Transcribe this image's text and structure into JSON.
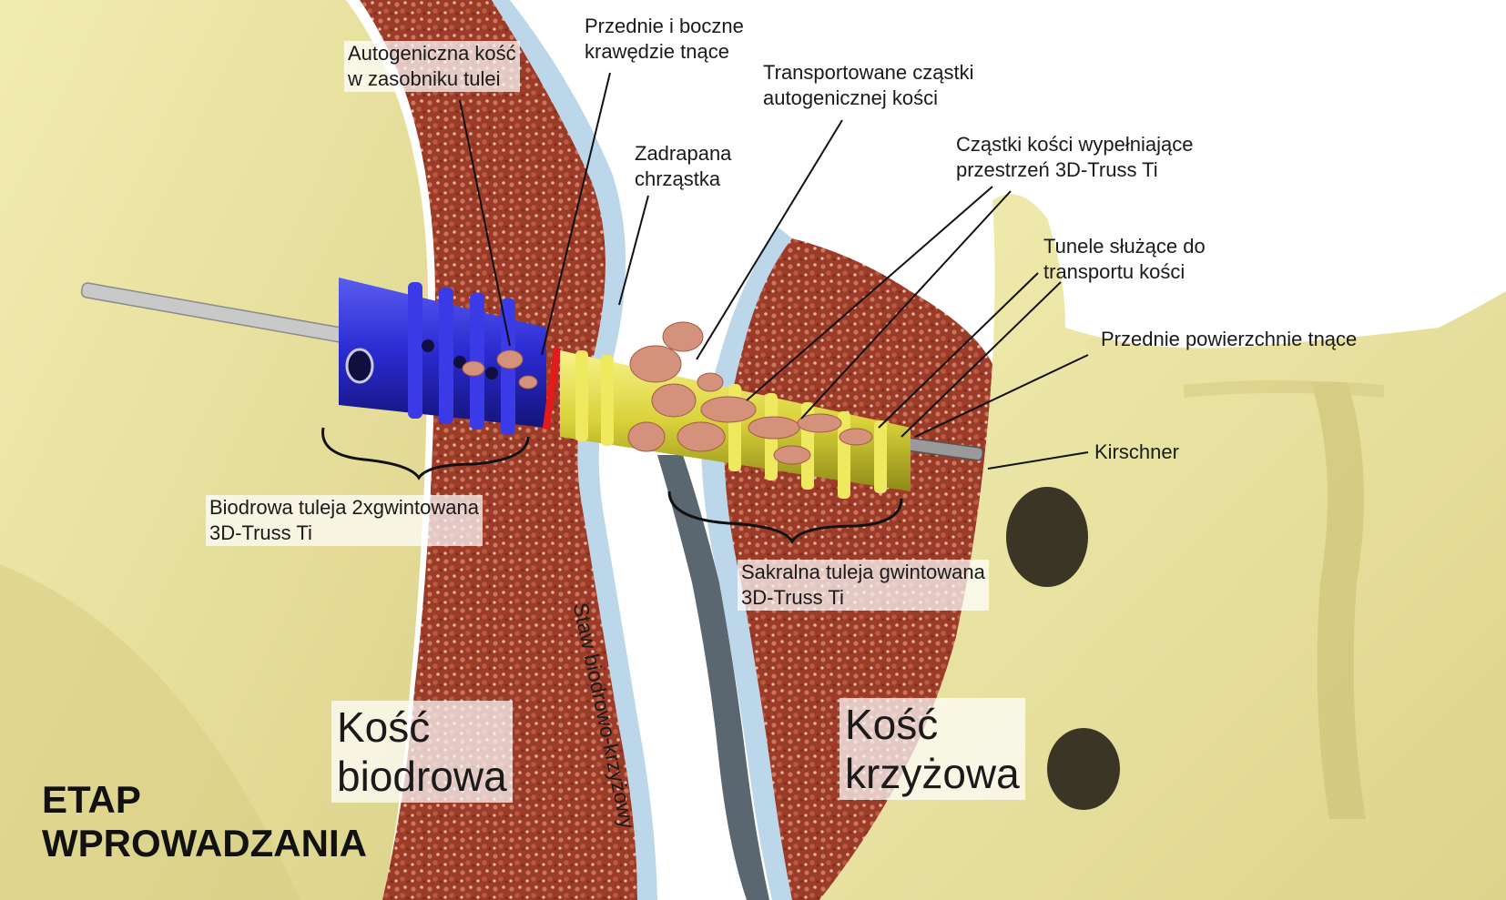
{
  "labels": {
    "cutting_edges": "Przednie i boczne\nkrawędzie tnące",
    "autogenous_bone": "Autogeniczna kość\nw zasobniku tulei",
    "transported_particles": "Transportowane cząstki\nautogenicznej kości",
    "scratched_cartilage": "Zadrapana\nchrząstka",
    "bone_particles_filling": "Cząstki kości wypełniające\nprzestrzeń 3D-Truss Ti",
    "tunnels": "Tunele służące do\ntransportu kości",
    "front_cutting_surfaces": "Przednie powierzchnie tnące",
    "kirschner": "Kirschner",
    "iliac_sleeve": "Biodrowa tuleja 2xgwintowana\n 3D-Truss Ti",
    "sacral_sleeve": "Sakralna tuleja gwintowana\n3D-Truss Ti",
    "joint": "Staw biodrowo-krzyżowy",
    "iliac_bone": "Kość\nbiodrowa",
    "sacral_bone": "Kość\nkrzyżowa",
    "stage": "ETAP\nWPROWADZANIA"
  },
  "colors": {
    "bone_yellow": "#efe9a6",
    "marrow_red": "#9b3b28",
    "cartilage_blue": "#bcd7ea",
    "sleeve_blue": "#2a2ad0",
    "sleeve_yellow": "#e6e24a",
    "joint_gray": "#5a6670"
  }
}
